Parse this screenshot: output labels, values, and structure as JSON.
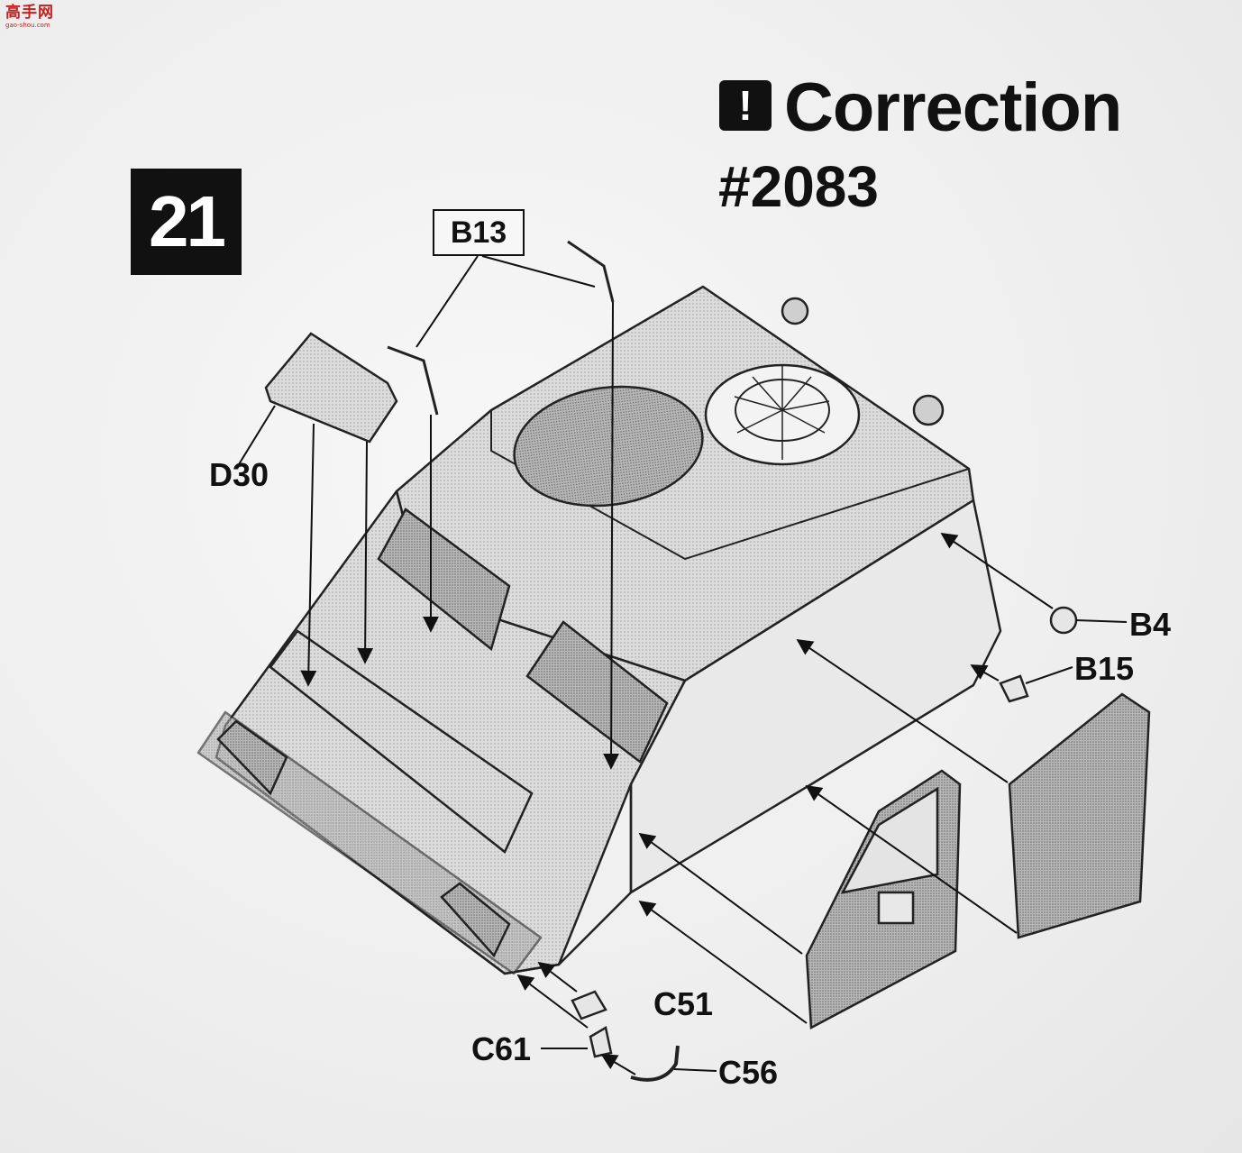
{
  "logo": {
    "chars": "高手网",
    "url": "gao-shou.com"
  },
  "step": {
    "number": "21"
  },
  "correction": {
    "icon_glyph": "!",
    "title": "Correction",
    "number": "#2083"
  },
  "parts": {
    "b13": "B13",
    "d30": "D30",
    "b4": "B4",
    "b15": "B15",
    "c51": "C51",
    "c61": "C61",
    "c56": "C56"
  },
  "icons": {
    "warning": "exclamation-icon"
  },
  "colors": {
    "ink": "#111111",
    "paper": "#f1f1f1",
    "tone": "#c8c8c8"
  }
}
